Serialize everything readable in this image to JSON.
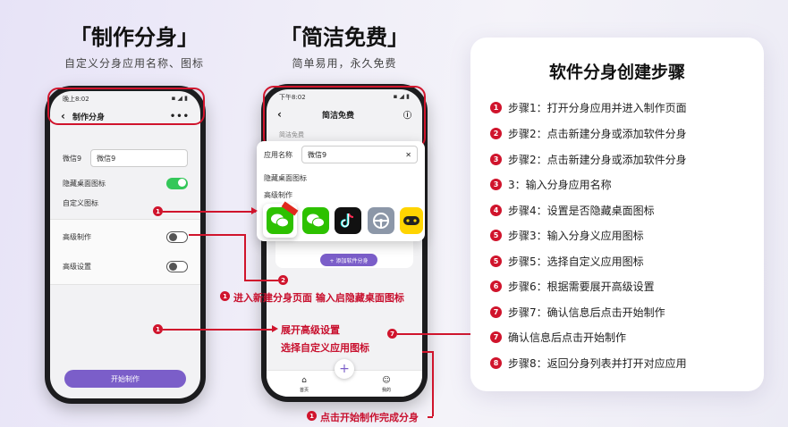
{
  "left": {
    "title": "「制作分身」",
    "subtitle": "自定义分身应用名称、图标",
    "phone": {
      "status_time": "晚上8:02",
      "status_icons": "▪ ◢ ▮",
      "nav_title": "制作分身",
      "nav_more": "•••",
      "name_label": "微信9",
      "name_value": "微信9",
      "hide_icon_label": "隐藏桌面图标",
      "custom_icon_label": "自定义图标",
      "advanced_label": "高级制作",
      "advanced_settings_label": "高级设置",
      "start_button": "开始制作"
    }
  },
  "middle": {
    "title": "「简洁免费」",
    "subtitle": "简单易用，永久免费",
    "phone": {
      "status_time": "下午8:02",
      "status_icons": "▪ ◢ ▮",
      "nav_title": "简洁免费",
      "section_label": "简洁免费",
      "popup_name_label": "应用名称",
      "popup_name_value": "微信9",
      "popup_hide_label": "隐藏桌面图标",
      "popup_advanced_label": "高级制作",
      "add_button": "+ 添加软件分身",
      "tab_home": "首页",
      "tab_mine": "我的",
      "fab": "+"
    }
  },
  "annotations": {
    "a1": "进入新建分身页面  输入启隐藏桌面图标",
    "a2": "展开高级设置",
    "a3": "选择自定义应用图标",
    "a4": "点击开始制作完成分身",
    "markers": {
      "m1": "1",
      "m2": "2",
      "m3": "1",
      "m4": "1",
      "m5": "7",
      "m6": "1"
    }
  },
  "panel": {
    "title": "软件分身创建步骤",
    "steps": [
      {
        "num": "1",
        "text": "步骤1：打开分身应用并进入制作页面"
      },
      {
        "num": "2",
        "text": "步骤2：点击新建分身或添加软件分身"
      },
      {
        "num": "3",
        "text": "步骤2：点击新建分身或添加软件分身"
      },
      {
        "num": "3",
        "text": "3：输入分身应用名称"
      },
      {
        "num": "4",
        "text": "步骤4：设置是否隐藏桌面图标"
      },
      {
        "num": "5",
        "text": "步骤3：输入分身义应用图标"
      },
      {
        "num": "5",
        "text": "步骤5：选择自定义应用图标"
      },
      {
        "num": "6",
        "text": "步骤6：根据需要展开高级设置"
      },
      {
        "num": "7",
        "text": "步骤7：确认信息后点击开始制作"
      },
      {
        "num": "7",
        "text": " 确认信息后点击开始制作"
      },
      {
        "num": "8",
        "text": "步骤8：返回分身列表并打开对应应用"
      }
    ]
  },
  "colors": {
    "accent_red": "#d0142c",
    "button_purple": "#7b5ec9",
    "toggle_green": "#34c759"
  }
}
